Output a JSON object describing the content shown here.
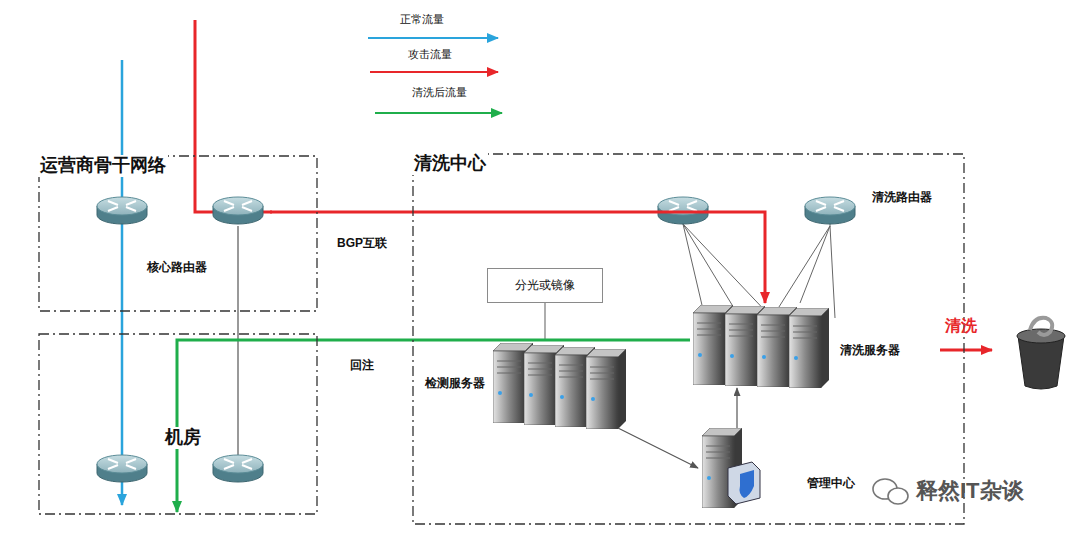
{
  "diagram": {
    "nodes": [
      {
        "text": [
          "运营商骨干网络"
        ]
      },
      {
        "text": [
          "核心路由器"
        ],
        "in": 0
      },
      {
        "text": [
          "机房"
        ]
      },
      {
        "text": [
          "清洗中心"
        ]
      },
      {
        "text": [
          "清洗路由器"
        ],
        "in": 3
      },
      {
        "text": [
          "分光或镜像"
        ],
        "in": 3
      },
      {
        "text": [
          "检测服务器"
        ],
        "in": 3
      },
      {
        "text": [
          "清洗服务器"
        ],
        "in": 3
      },
      {
        "text": [
          "管理中心"
        ],
        "in": 3
      }
    ],
    "edges": [
      {
        "from": 5,
        "to": 6,
        "arrow": "none"
      },
      {
        "from": 6,
        "to": 8,
        "arrow": "to"
      },
      {
        "from": 8,
        "to": 7,
        "arrow": "to"
      },
      {
        "from": 1,
        "to": 7,
        "label": "BGP互联",
        "arrow": "to"
      },
      {
        "from": 7,
        "to": 2,
        "label": "回注",
        "arrow": "to"
      },
      {
        "from": 4,
        "to": 7,
        "arrow": "none"
      }
    ],
    "labels": [
      "清洗",
      "释然IT杂谈"
    ],
    "legend": [
      {
        "text": "正常流量"
      },
      {
        "text": "攻击流量"
      },
      {
        "text": "清洗后流量"
      }
    ]
  }
}
